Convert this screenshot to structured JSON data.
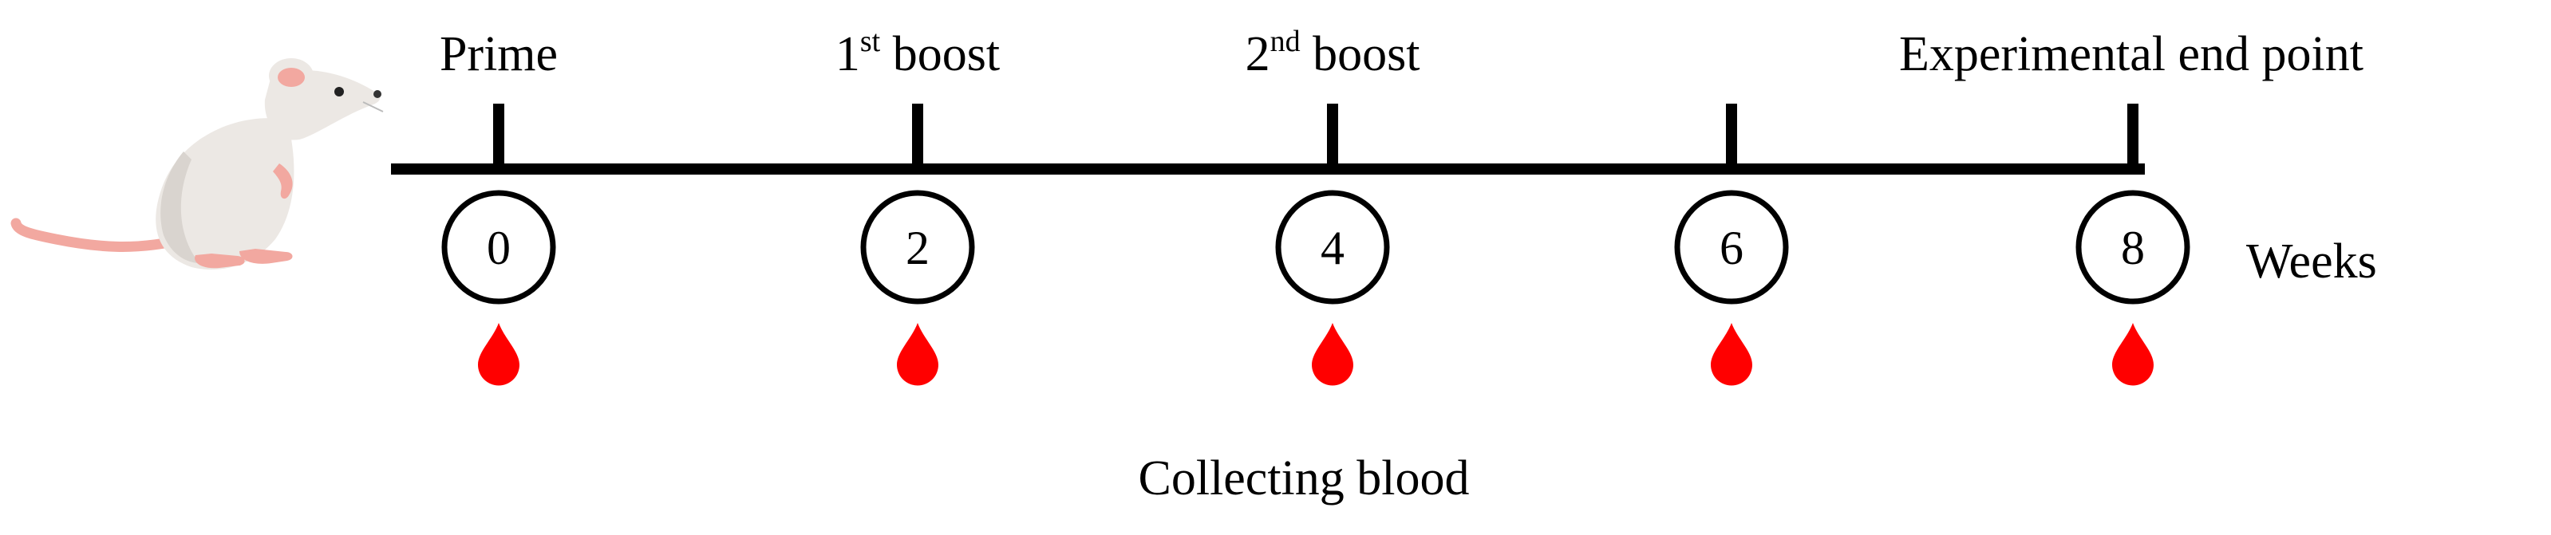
{
  "events": [
    {
      "label": "Prime",
      "base": "Prime",
      "sup": "",
      "rest": ""
    },
    {
      "label": "1st boost",
      "base": "1",
      "sup": "st",
      "rest": " boost"
    },
    {
      "label": "2nd boost",
      "base": "2",
      "sup": "nd",
      "rest": " boost"
    },
    {
      "label": "",
      "base": "",
      "sup": "",
      "rest": ""
    },
    {
      "label": "Experimental end point",
      "base": "Experimental end point",
      "sup": "",
      "rest": ""
    }
  ],
  "weeks": [
    "0",
    "2",
    "4",
    "6",
    "8"
  ],
  "weeks_label": "Weeks",
  "blood_label": "Collecting blood",
  "colors": {
    "line": "#000000",
    "blood": "#ff0000",
    "mouse_body": "#ece8e4",
    "mouse_shade": "#d9d4cf",
    "mouse_pink": "#f2a8a0"
  },
  "icons": {
    "animal": "mouse-icon",
    "sample": "blood-drop-icon"
  }
}
